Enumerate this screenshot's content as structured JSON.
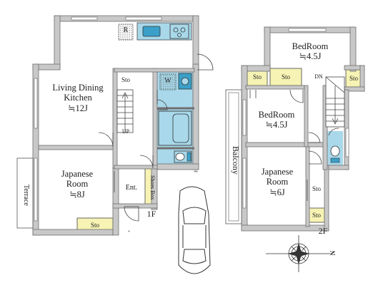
{
  "floor1": {
    "label": "1F",
    "living": {
      "line1": "Living Dining",
      "line2": "Kitchen",
      "size": "≒12J"
    },
    "japanese": {
      "line1": "Japanese",
      "line2": "Room",
      "size": "≒8J"
    },
    "terrace": "Terrace",
    "entrance": "Ent.",
    "shoes_box": "Shoes Box",
    "refrigerator": "R",
    "washer": "W",
    "stair_label": "UP",
    "storage_stair": "Sto",
    "storage_japanese": "Sto"
  },
  "floor2": {
    "label": "2F",
    "bedroom_top": {
      "line1": "BedRoom",
      "size": "≒4.5J"
    },
    "bedroom_mid": {
      "line1": "BedRoom",
      "size": "≒4.5J"
    },
    "japanese": {
      "line1": "Japanese",
      "line2": "Room",
      "size": "≒6J"
    },
    "balcony": "Balcony",
    "stair_label": "DN",
    "storage": [
      "Sto",
      "Sto",
      "Sto",
      "Sto",
      "Sto"
    ]
  },
  "compass": {
    "north_label": "N"
  },
  "colors": {
    "wall": "#c8c8c8",
    "wall_outline": "#6f6f6f",
    "wet_area": "#a8d8ea",
    "storage": "#f6f3b4",
    "fixture": "#3aa0c9"
  }
}
